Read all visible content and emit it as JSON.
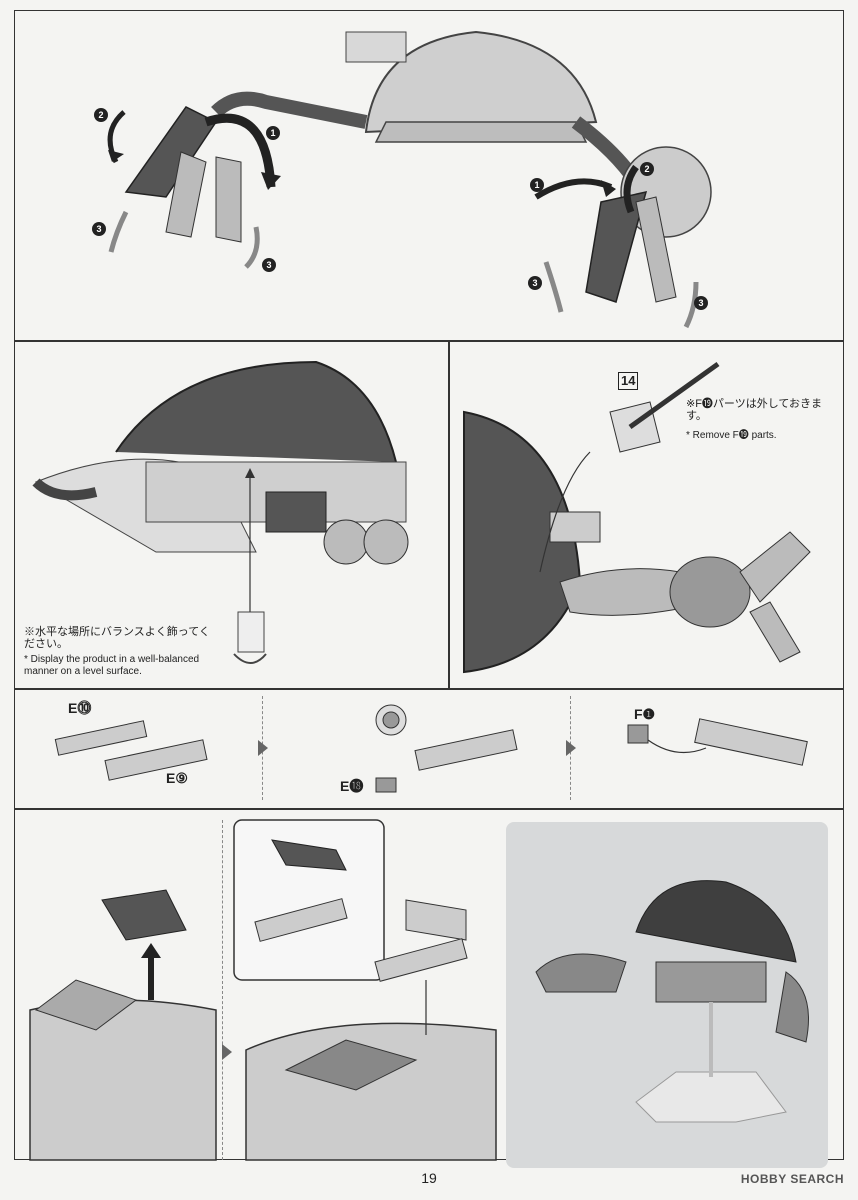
{
  "notes": {
    "remove_jp": "※F⓳パーツは外しておきます。",
    "remove_en": "* Remove F⓳ parts.",
    "display_jp": "※水平な場所にバランスよく飾ってください。",
    "display_en": "* Display the product in a well-balanced manner on a level surface."
  },
  "step_number": "14",
  "parts": {
    "e10": "E⓾",
    "e9": "E⑨",
    "e18": "E⓲",
    "f1": "F❶"
  },
  "callouts": {
    "one": "1",
    "two": "2",
    "three": "3"
  },
  "page_number": "19",
  "watermark": "HOBBY SEARCH"
}
